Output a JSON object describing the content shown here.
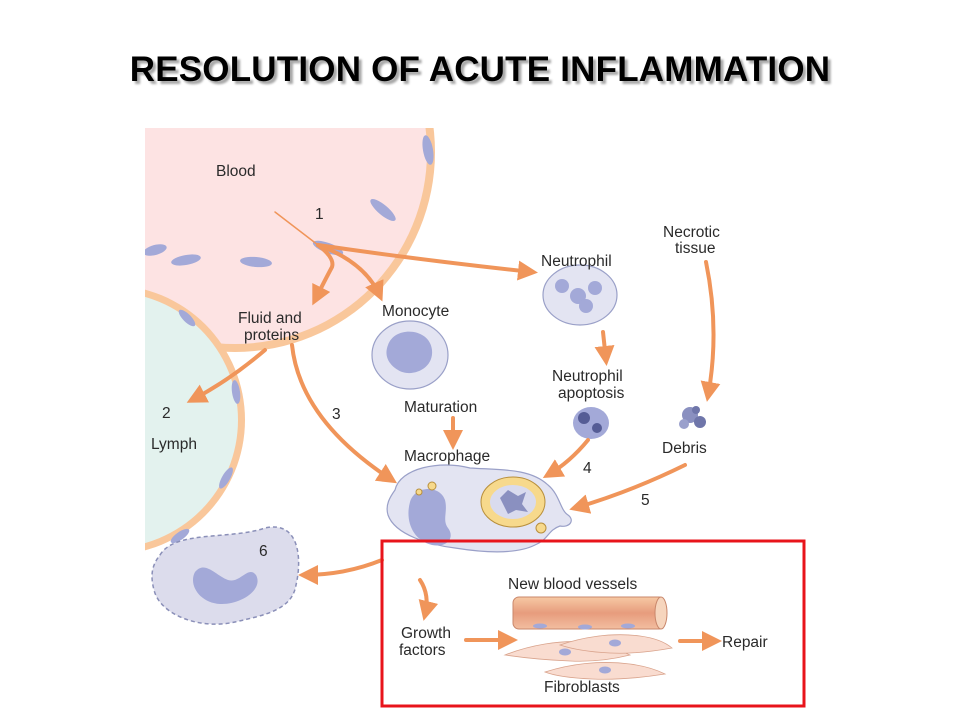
{
  "title": "RESOLUTION OF ACUTE INFLAMMATION",
  "labels": {
    "blood": "Blood",
    "lymph": "Lymph",
    "fluid_line1": "Fluid and",
    "fluid_line2": "proteins",
    "monocyte": "Monocyte",
    "maturation": "Maturation",
    "macrophage": "Macrophage",
    "neutrophil": "Neutrophil",
    "neutrophil_apoptosis_line1": "Neutrophil",
    "neutrophil_apoptosis_line2": "apoptosis",
    "necrotic_line1": "Necrotic",
    "necrotic_line2": "tissue",
    "debris": "Debris",
    "new_blood_vessels": "New blood vessels",
    "growth_factors_line1": "Growth",
    "growth_factors_line2": "factors",
    "repair": "Repair",
    "fibroblasts": "Fibroblasts"
  },
  "steps": [
    "1",
    "2",
    "3",
    "4",
    "5",
    "6"
  ],
  "colors": {
    "arrow": "#f0955a",
    "blood_fill": "#fde3e3",
    "vessel_wall": "#f6c89a",
    "lymph_fill": "#e3f2ee",
    "cell_fill": "#e3e4f2",
    "nucleus": "#a3a9d8",
    "highlight_box": "#e8141b"
  }
}
